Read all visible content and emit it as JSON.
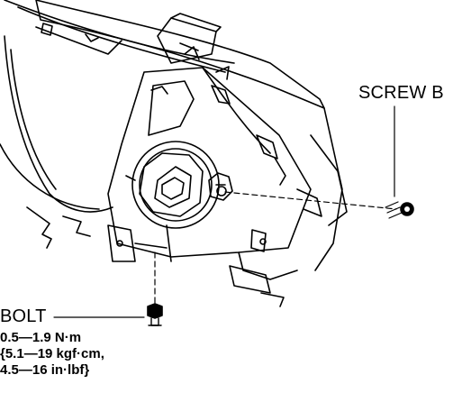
{
  "labels": {
    "screw_b": "SCREW B",
    "bolt": "BOLT",
    "torque": [
      "0.5—1.9 N·m",
      "{5.1—19 kgf·cm,",
      "4.5—16 in·lbf}"
    ]
  },
  "colors": {
    "ink": "#000000",
    "paper": "#ffffff"
  }
}
